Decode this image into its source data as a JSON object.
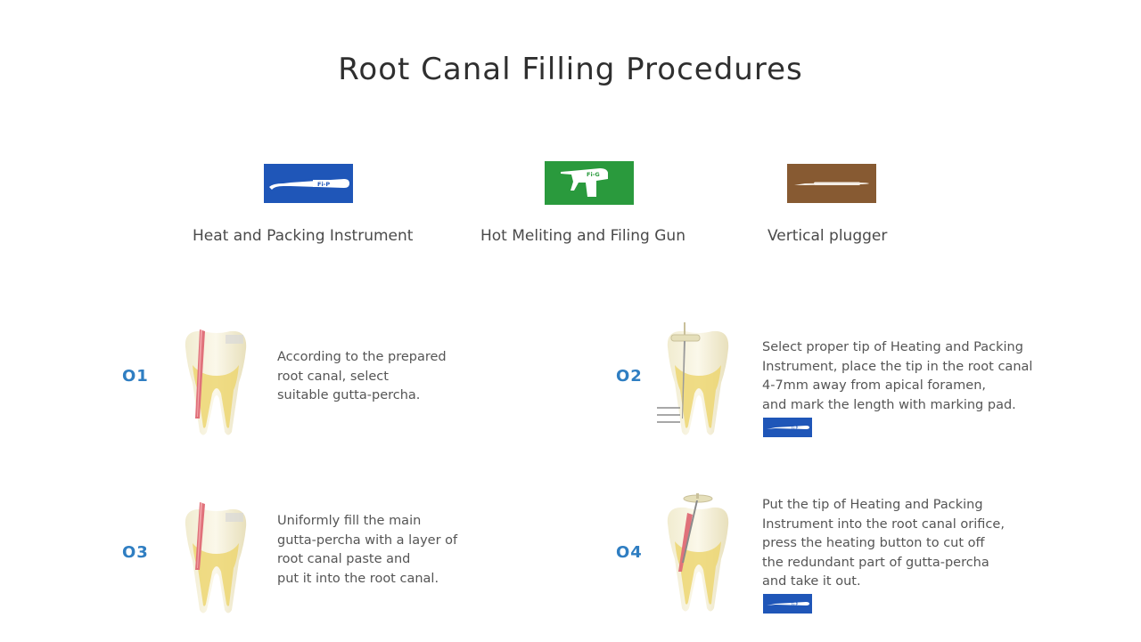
{
  "title": "Root Canal Filling Procedures",
  "colors": {
    "blue": "#1f56b8",
    "green": "#2a9a3d",
    "brown": "#875a32",
    "step_number": "#2f7ec2"
  },
  "tools": [
    {
      "label": "Heat and Packing Instrument",
      "icon": "heat-packing-instrument-icon",
      "badge": "Fi-P"
    },
    {
      "label": "Hot Meliting and Filing Gun",
      "icon": "hot-melting-gun-icon",
      "badge": "Fi-G"
    },
    {
      "label": "Vertical plugger",
      "icon": "vertical-plugger-icon"
    }
  ],
  "steps": [
    {
      "number": "O1",
      "lines": [
        "According to the prepared",
        "root canal, select",
        "suitable gutta-percha."
      ]
    },
    {
      "number": "O2",
      "lines": [
        "Select proper tip of Heating and Packing",
        "Instrument, place the tip in the root canal",
        "4-7mm away from apical foramen,",
        "and mark the length with marking pad."
      ],
      "mini_badge": "Fi-P"
    },
    {
      "number": "O3",
      "lines": [
        "Uniformly fill the main",
        "gutta-percha with a layer of",
        "root canal paste and",
        "put it into the root canal."
      ]
    },
    {
      "number": "O4",
      "lines": [
        "Put the tip of Heating and Packing",
        "Instrument into the root canal orifice,",
        "press the heating button to cut off",
        "the redundant part of gutta-percha",
        "and take it out."
      ],
      "mini_badge": "Fi-P"
    }
  ]
}
